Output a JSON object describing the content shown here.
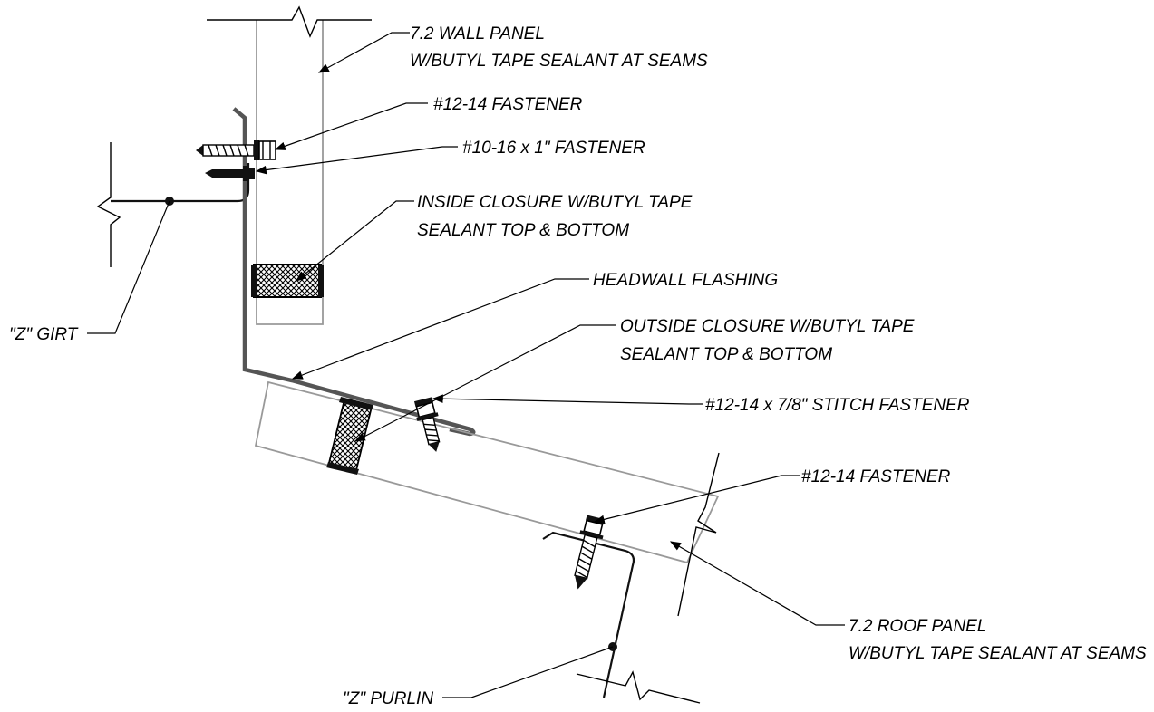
{
  "labels": {
    "wall_panel_line1": "7.2 WALL PANEL",
    "wall_panel_line2": "W/BUTYL TAPE SEALANT AT SEAMS",
    "fastener_12_14_top": "#12-14 FASTENER",
    "fastener_10_16": "#10-16 x 1\" FASTENER",
    "inside_closure_line1": "INSIDE CLOSURE W/BUTYL TAPE",
    "inside_closure_line2": "SEALANT TOP & BOTTOM",
    "headwall_flashing": "HEADWALL FLASHING",
    "outside_closure_line1": "OUTSIDE CLOSURE W/BUTYL TAPE",
    "outside_closure_line2": "SEALANT TOP & BOTTOM",
    "z_girt": "\"Z\" GIRT",
    "stitch_fastener": "#12-14 x 7/8\" STITCH FASTENER",
    "fastener_12_14_roof": "#12-14 FASTENER",
    "roof_panel_line1": "7.2 ROOF PANEL",
    "roof_panel_line2": "W/BUTYL TAPE SEALANT AT SEAMS",
    "z_purlin": "\"Z\" PURLIN"
  }
}
